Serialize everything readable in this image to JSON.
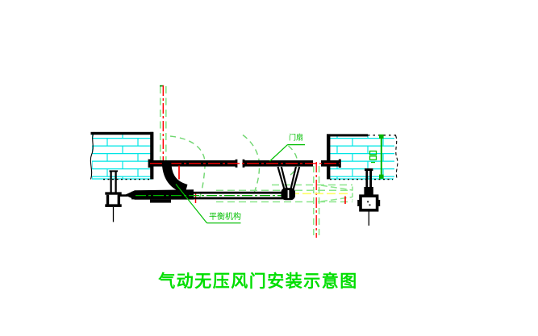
{
  "title": {
    "text": "气动无压风门安装示意图"
  },
  "labels": {
    "door_leaf": {
      "text": "门扇"
    },
    "balance_mechanism": {
      "text": "平衡机构"
    }
  },
  "colors": {
    "background": "#FFFFFF",
    "brick_hatch_cyan": "#00E5E5",
    "outline_black": "#000000",
    "centerline_red": "#FF0000",
    "annotation_green": "#00BE00",
    "title_green": "#00DE00",
    "phantom_green": "#8CE68C",
    "phantom_yellow": "#FFFF66",
    "jamb_green": "#00B400"
  }
}
